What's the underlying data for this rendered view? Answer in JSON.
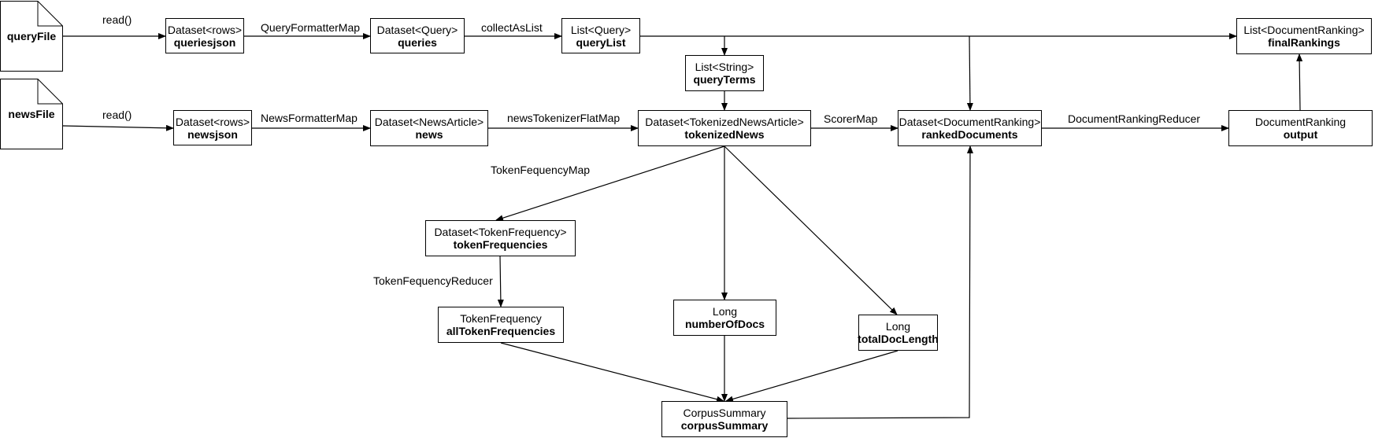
{
  "files": {
    "query_file": "queryFile",
    "news_file": "newsFile"
  },
  "nodes": {
    "queriesjson": {
      "type": "Dataset<rows>",
      "name": "queriesjson"
    },
    "queries": {
      "type": "Dataset<Query>",
      "name": "queries"
    },
    "query_list": {
      "type": "List<Query>",
      "name": "queryList"
    },
    "query_terms": {
      "type": "List<String>",
      "name": "queryTerms"
    },
    "final_rankings": {
      "type": "List<DocumentRanking>",
      "name": "finalRankings"
    },
    "newsjson": {
      "type": "Dataset<rows>",
      "name": "newsjson"
    },
    "news": {
      "type": "Dataset<NewsArticle>",
      "name": "news"
    },
    "tokenized_news": {
      "type": "Dataset<TokenizedNewsArticle>",
      "name": "tokenizedNews"
    },
    "ranked_documents": {
      "type": "Dataset<DocumentRanking>",
      "name": "rankedDocuments"
    },
    "output": {
      "type": "DocumentRanking",
      "name": "output"
    },
    "token_frequencies": {
      "type": "Dataset<TokenFrequency>",
      "name": "tokenFrequencies"
    },
    "all_token_frequencies": {
      "type": "TokenFrequency",
      "name": "allTokenFrequencies"
    },
    "number_of_docs": {
      "type": "Long",
      "name": "numberOfDocs"
    },
    "total_doc_length": {
      "type": "Long",
      "name": "totalDocLength"
    },
    "corpus_summary": {
      "type": "CorpusSummary",
      "name": "corpusSummary"
    }
  },
  "edge_labels": {
    "read_query": "read()",
    "read_news": "read()",
    "query_formatter_map": "QueryFormatterMap",
    "collect_as_list": "collectAsList",
    "news_formatter_map": "NewsFormatterMap",
    "news_tokenizer_flat_map": "newsTokenizerFlatMap",
    "scorer_map": "ScorerMap",
    "document_ranking_reducer": "DocumentRankingReducer",
    "token_fequency_map": "TokenFequencyMap",
    "token_fequency_reducer": "TokenFequencyReducer"
  }
}
